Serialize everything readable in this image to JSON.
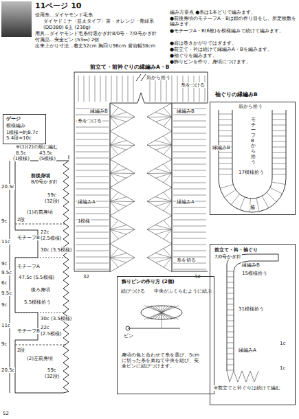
{
  "diagram": {
    "title": "11ページ 10",
    "nodes": [
      {
        "text": [
          "ゲージ",
          "模様編み",
          "1模様=約8.7c 5.4段=10c"
        ]
      },
      {
        "text": [
          "肩から拾う",
          "モチーフBから拾う",
          "17模様拾う",
          "脇",
          "縁編みB"
        ]
      },
      {
        "text": [
          "飾りピンの作り方 (2個)",
          "結びつける",
          "中央がふくらむように結ぶ",
          "ピン",
          "身頃の色と合わせて糸を選び、5cmに切った糸を束ねて中央を結び、安全ピンに結びつけます。"
        ]
      },
      {
        "text": [
          "前立て・衿・袖ぐり",
          "7/0号かぎ針",
          "縁編みB",
          "15模様拾う",
          "31模様拾う",
          "縁編みA",
          "1c",
          "1c",
          "※前立てと衿ぐりは続けて編む"
        ]
      }
    ],
    "labels": [
      "使用糸…ダイヤモンド毛糸",
      "ダイヤドミナ〈並太タイプ〉茶・オレンジ・青緑系",
      "(DD380) 6玉 (230g)",
      "用具…ダイヤモンド毛糸特選かぎ針8/0号・7/0号かぎ針",
      "付属品…安全ピン (53㎜) 2個",
      "出来上がり寸法…着丈52cm 胸回り96cm 背肩幅38cm",
      "編み方要点 ●糸は1本どりで編みます。",
      "●前後身頃のモチーフA・Bは鎖の作り目をし、所定枚数を編みます。",
      "●モチーフA・B(6枚)を模様編みで続けて編みます。",
      "●肩は巻きかがりではぎます。",
      "●前立て・衿は続けて縁編みA・Bを編みます。",
      "●袖ぐりを編みます。",
      "●飾りピンを作り、身頃につけます。",
      "前立て・前衿ぐりの縁編みA・B",
      "肩から拾う",
      "縁編みB",
      "糸をつける",
      "縁編みA",
      "1模様",
      "縁編みA",
      "縁編みB",
      "糸をつける",
      "32",
      "32",
      "糸を切る",
      "※(1)(2)の順に編む",
      "8.5c",
      "(1模様)",
      "43.5c",
      "(5模様)",
      "20.5c",
      "9c",
      "11c",
      "9c",
      "9.5c",
      "6c",
      "9.5c",
      "9c",
      "11c",
      "9c",
      "20.5c",
      "前後身頃",
      "8/0号かぎ針",
      "59c",
      "(32段)",
      "(1)右前身頃",
      "2段",
      "モチーフB",
      "22c",
      "(2.5模様)",
      "30c (3.5模様)",
      "モチーフA",
      "47.5c (5.5模様)",
      "後ろ身頃",
      "5.5模様拾う",
      "30c (3.5模様)",
      "22c",
      "(2.5模様)",
      "モチーフB",
      "2段",
      "(2)左前身頃",
      "59c",
      "(32段)",
      "袖ぐりの縁編みB",
      "52"
    ]
  }
}
